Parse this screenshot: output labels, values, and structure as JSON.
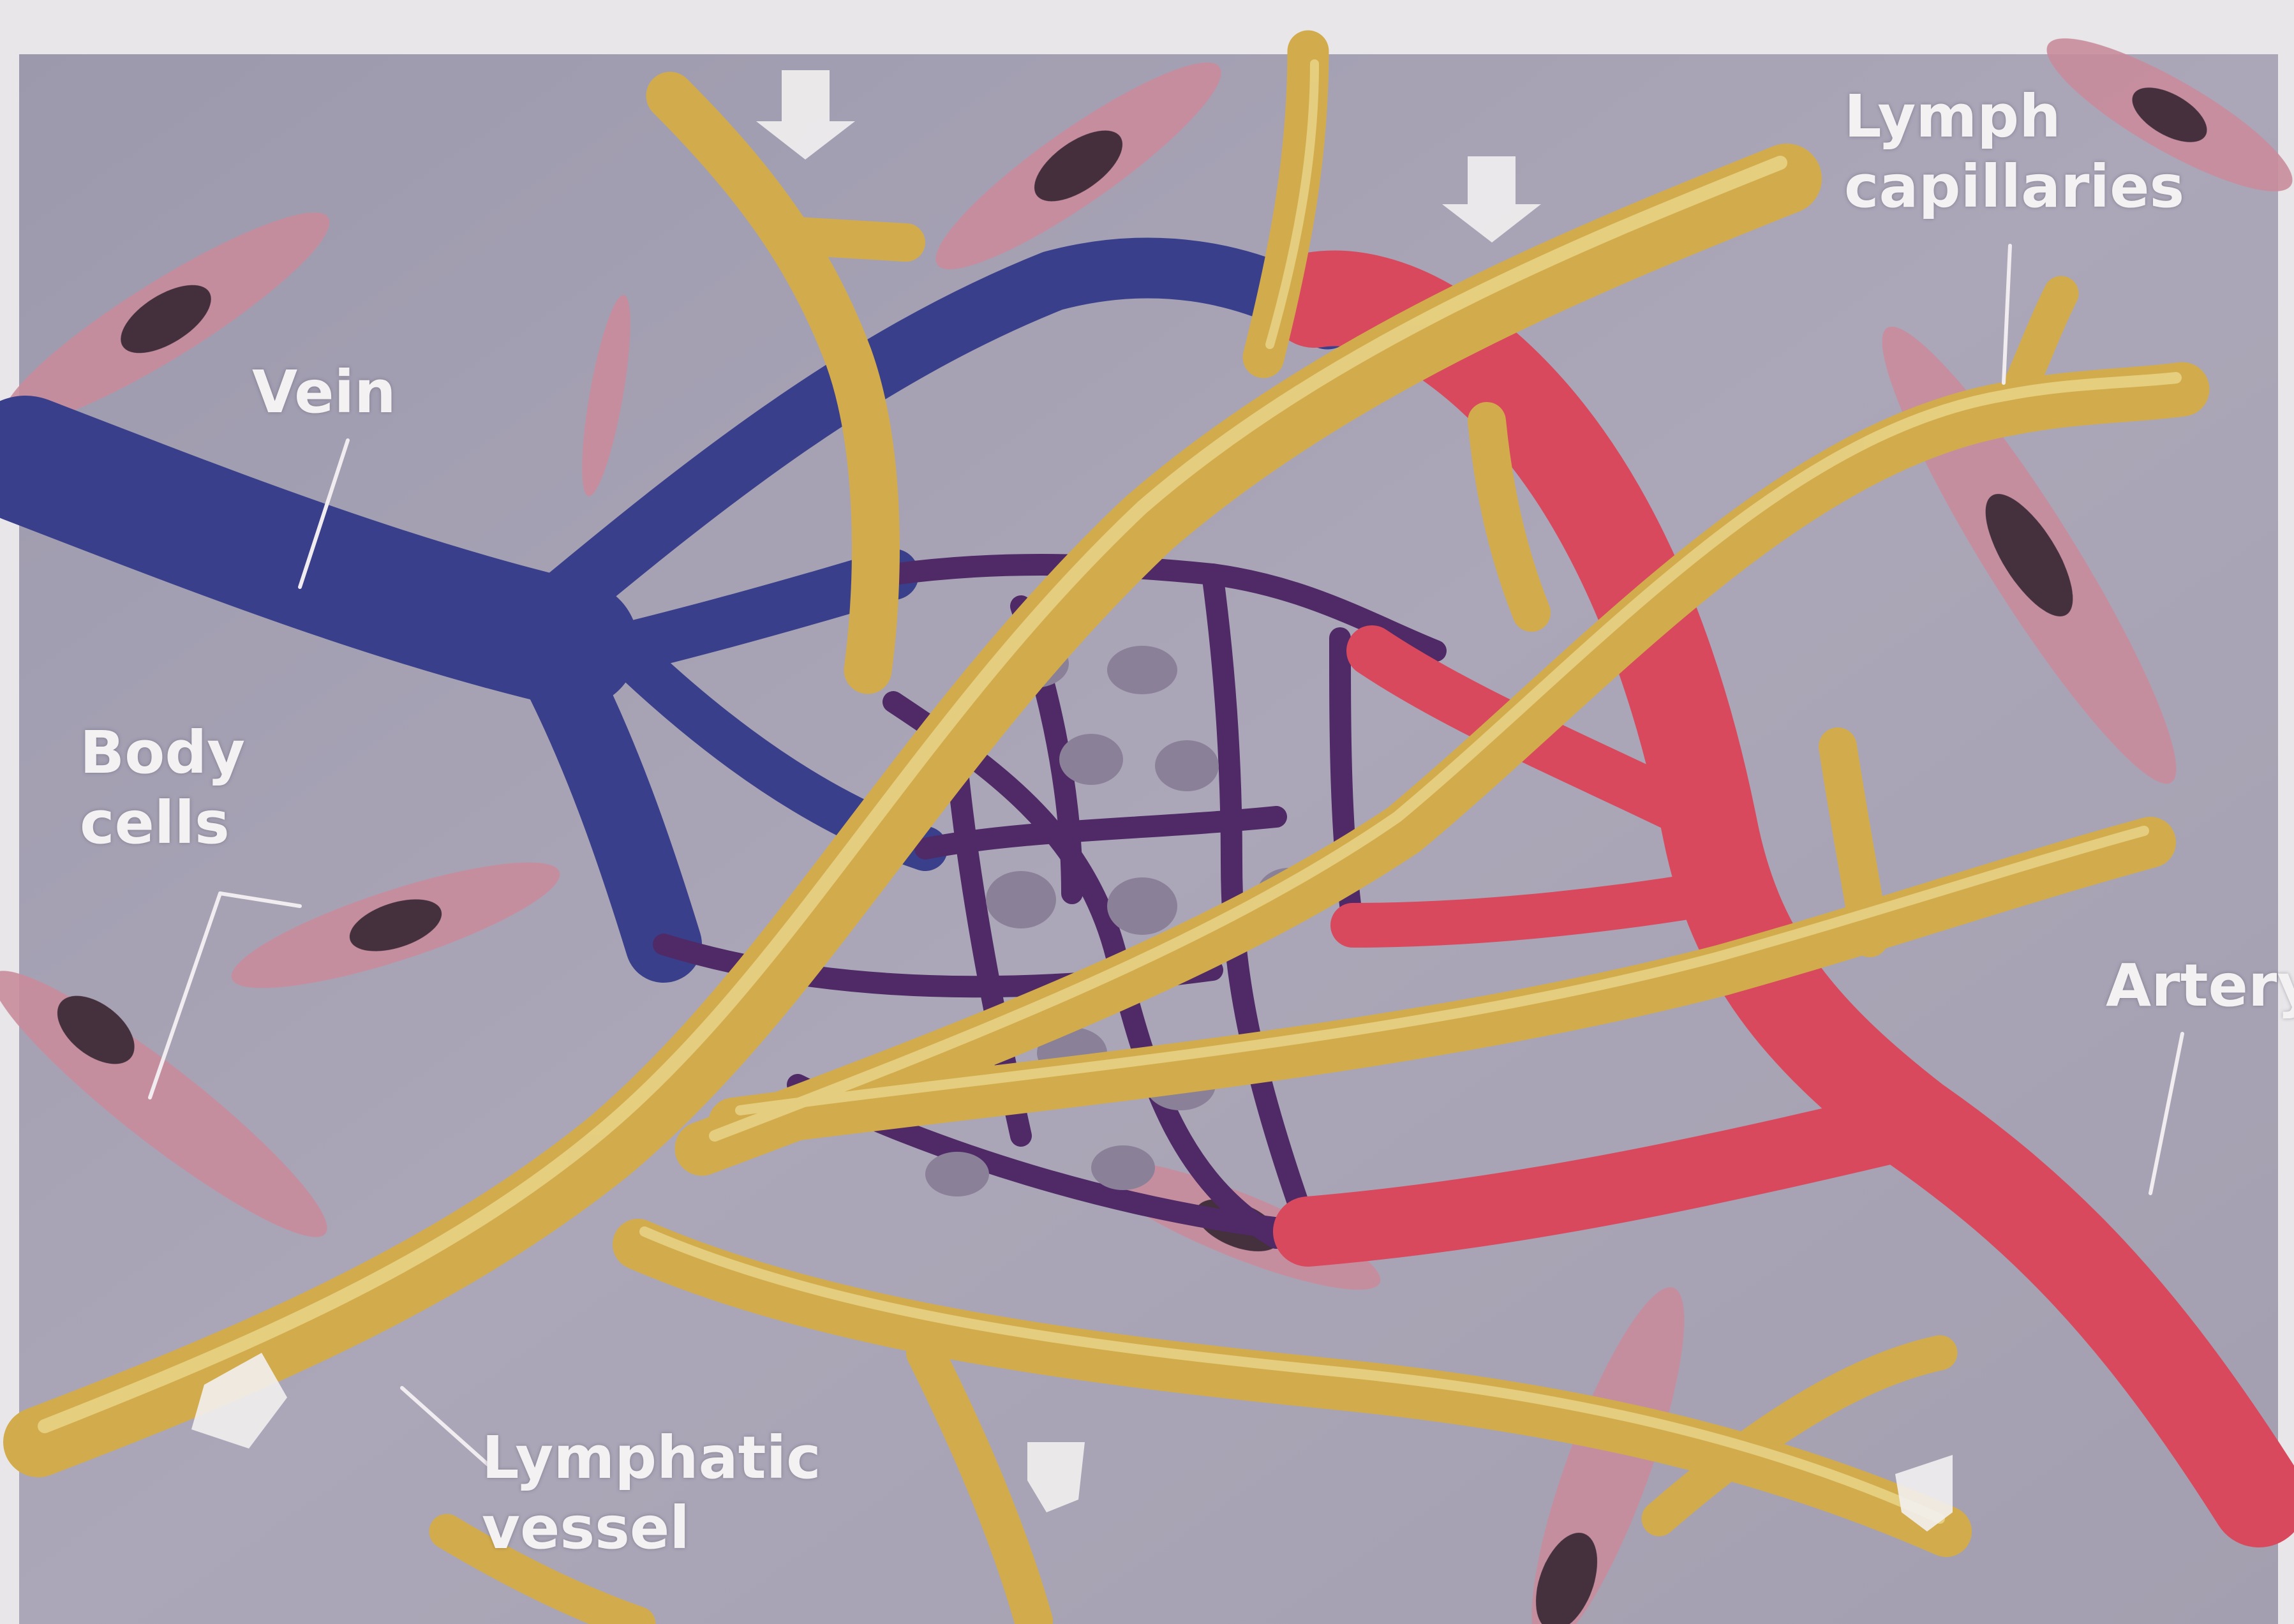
{
  "labels": {
    "lymph_capillaries_line1": "Lymph",
    "lymph_capillaries_line2": "capillaries",
    "vein": "Vein",
    "body_cells_line1": "Body",
    "body_cells_line2": "cells",
    "artery": "Artery",
    "lymphatic_vessel_line1": "Lymphatic",
    "lymphatic_vessel_line2": "vessel"
  },
  "colors": {
    "page": "#e8e6e9",
    "tissue_background": "#a7a3b4",
    "vein": "#3a3f8c",
    "capillary_network": "#4f2a67",
    "artery": "#d9495d",
    "lymph_vessel": "#d2ac4c",
    "lymph_highlight": "#ecd990",
    "body_cell": "#c98c9c",
    "cell_nucleus": "#3a2330",
    "label_text": "#f4f1f3",
    "flow_arrow": "#f2efef"
  }
}
